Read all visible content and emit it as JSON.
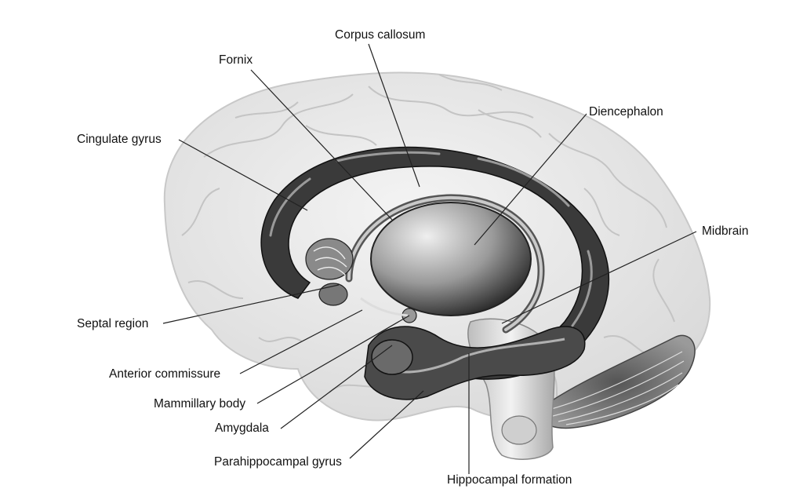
{
  "labels": {
    "corpus_callosum": "Corpus callosum",
    "fornix": "Fornix",
    "cingulate_gyrus": "Cingulate gyrus",
    "diencephalon": "Diencephalon",
    "midbrain": "Midbrain",
    "septal_region": "Septal region",
    "anterior_commissure": "Anterior commissure",
    "mammillary_body": "Mammillary body",
    "amygdala": "Amygdala",
    "parahippocampal_gyrus": "Parahippocampal gyrus",
    "hippocampal_formation": "Hippocampal formation"
  },
  "colors": {
    "background": "#ffffff",
    "brain_fill": "#e9e9e9",
    "limbic_dark": "#2e2e2e",
    "leader_line": "#222222"
  }
}
